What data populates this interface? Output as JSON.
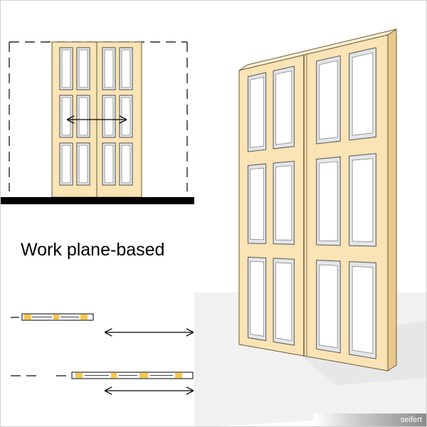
{
  "labels": {
    "title": "Work plane-based",
    "credit": "seifert"
  },
  "colors": {
    "door_fill": "#fae3b4",
    "door_edge": "#e8c98e",
    "glass": "#ffffff",
    "floor": "#000000",
    "shadow": "#ebebeb",
    "inlay": "#f5c84a"
  },
  "icons": {
    "flip_arrow": "double-headed-arrow"
  }
}
